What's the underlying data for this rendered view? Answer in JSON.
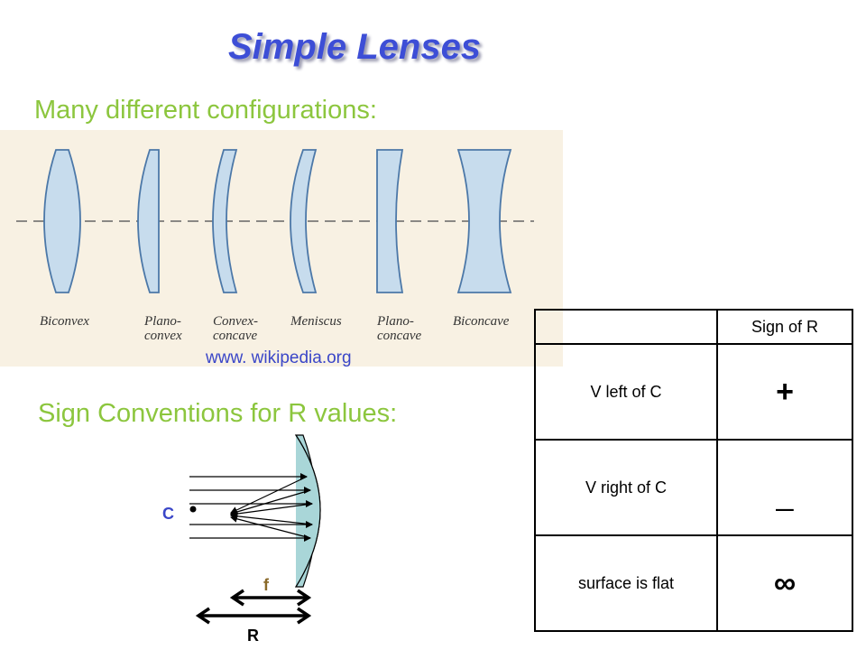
{
  "slide": {
    "title": "Simple Lenses",
    "subtitle_configurations": "Many different configurations:",
    "credit": "www. wikipedia.org",
    "subtitle_conventions": "Sign Conventions for R values:"
  },
  "lens_types": [
    {
      "line1": "Biconvex",
      "line2": ""
    },
    {
      "line1": "Plano-",
      "line2": "convex"
    },
    {
      "line1": "Convex-",
      "line2": "concave"
    },
    {
      "line1": "Meniscus",
      "line2": ""
    },
    {
      "line1": "Plano-",
      "line2": "concave"
    },
    {
      "line1": "Biconcave",
      "line2": ""
    }
  ],
  "diagram": {
    "center_label": "C",
    "focal_label": "f",
    "radius_label": "R"
  },
  "sign_table": {
    "header": [
      "",
      "Sign of R"
    ],
    "rows": [
      {
        "condition": "V left of C",
        "sign": "+"
      },
      {
        "condition": "V right of C",
        "sign": "_"
      },
      {
        "condition": "surface is flat",
        "sign": "∞"
      }
    ]
  },
  "colors": {
    "title": "#3d4ed6",
    "subtitle": "#8cc63e",
    "credit": "#3a46c8",
    "lens_fill": "#c7dced",
    "lens_stroke": "#4c78a8",
    "mirror_fill": "#a9d6d8",
    "panel_background": "#f8f1e3"
  }
}
